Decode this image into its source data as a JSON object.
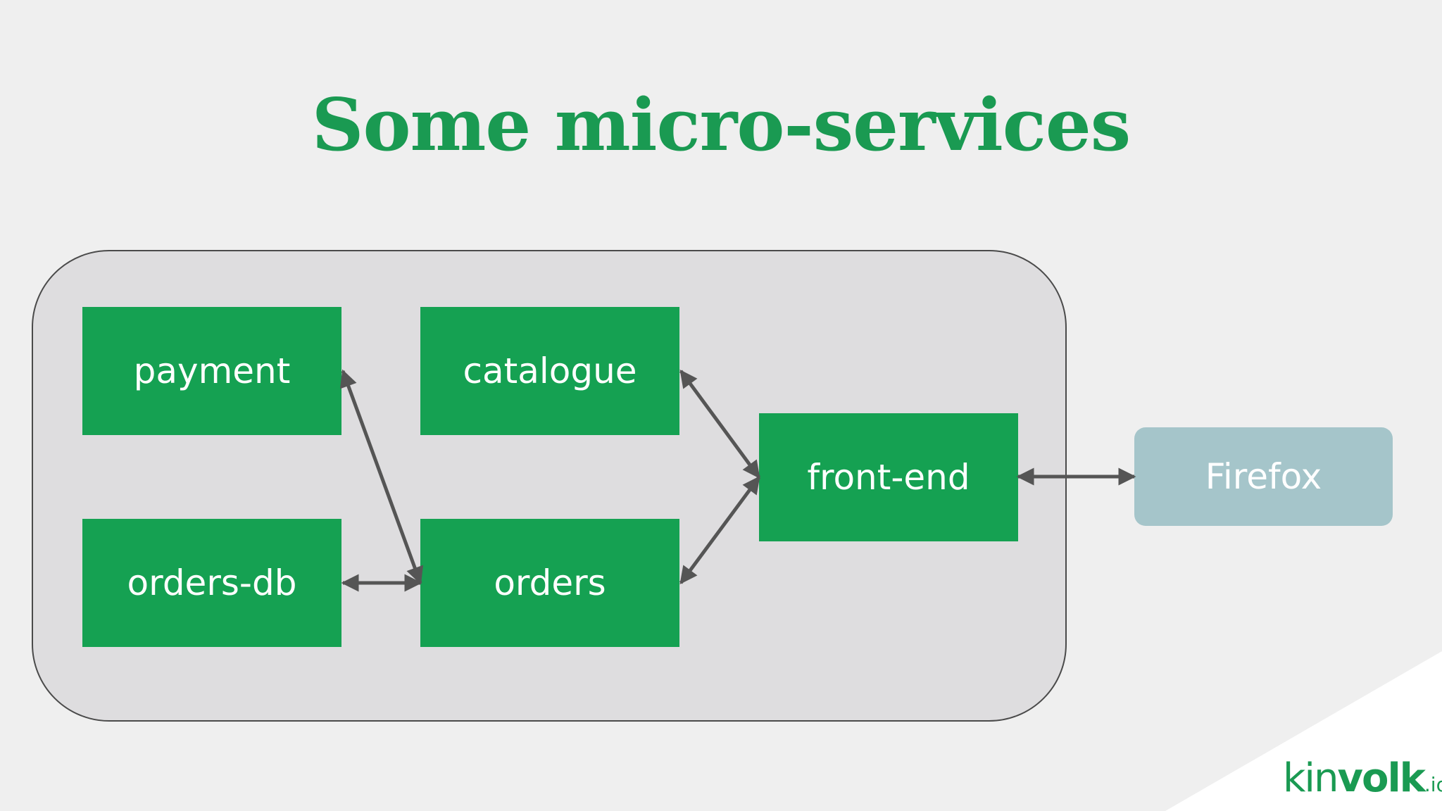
{
  "slide": {
    "title": "Some micro-services"
  },
  "diagram": {
    "nodes": {
      "payment": "payment",
      "catalogue": "catalogue",
      "orders_db": "orders-db",
      "orders": "orders",
      "front_end": "front-end",
      "firefox": "Firefox"
    },
    "edges": [
      [
        "payment",
        "orders"
      ],
      [
        "orders-db",
        "orders"
      ],
      [
        "catalogue",
        "front-end"
      ],
      [
        "orders",
        "front-end"
      ],
      [
        "front-end",
        "Firefox"
      ]
    ]
  },
  "logo": {
    "part_thin": "kin",
    "part_bold": "volk",
    "part_suffix": ".io"
  },
  "colors": {
    "service_green": "#15a152",
    "title_green": "#1a9a52",
    "external_blue": "#a5c5ca",
    "cluster_gray": "#dedddf",
    "arrow_gray": "#555555"
  }
}
